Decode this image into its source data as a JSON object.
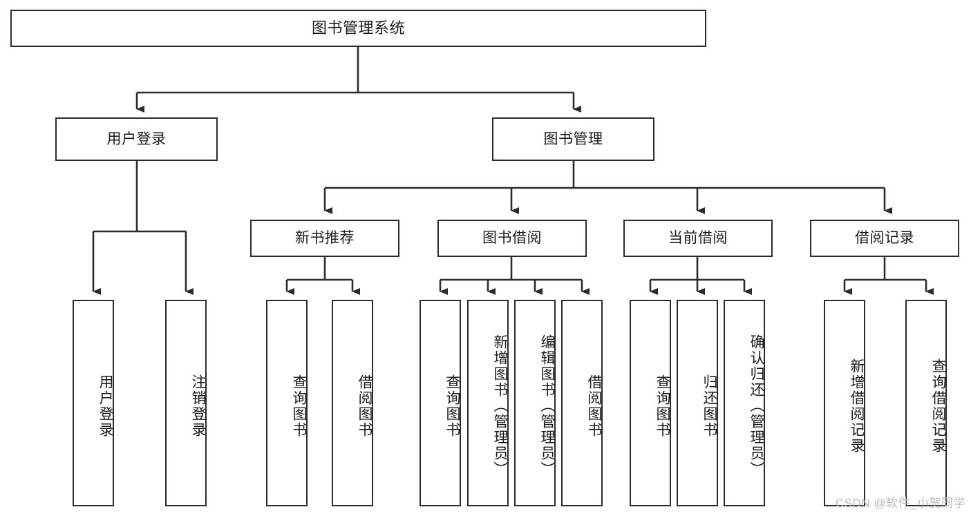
{
  "diagram": {
    "title": "图书管理系统",
    "watermark": "CSDN @软件_小贺同学",
    "stroke_color": "#2b2b2b",
    "background_color": "#ffffff",
    "nodes": {
      "root": {
        "label": "图书管理系统"
      },
      "user_login": {
        "label": "用户登录"
      },
      "book_manage": {
        "label": "图书管理"
      },
      "new_book_rec": {
        "label": "新书推荐"
      },
      "book_borrow": {
        "label": "图书借阅"
      },
      "current_borrow": {
        "label": "当前借阅"
      },
      "borrow_record": {
        "label": "借阅记录"
      },
      "leaf_user_login": {
        "label": "用户登录"
      },
      "leaf_logout": {
        "label": "注销登录"
      },
      "leaf_query_book_1": {
        "label": "查询图书"
      },
      "leaf_borrow_book_1": {
        "label": "借阅图书"
      },
      "leaf_query_book_2": {
        "label": "查询图书"
      },
      "leaf_add_book": {
        "label": "新增图书（管理员）"
      },
      "leaf_edit_book": {
        "label": "编辑图书（管理员）"
      },
      "leaf_borrow_book_2": {
        "label": "借阅图书"
      },
      "leaf_query_book_3": {
        "label": "查询图书"
      },
      "leaf_return_book": {
        "label": "归还图书"
      },
      "leaf_confirm_return": {
        "label": "确认归还（管理员）"
      },
      "leaf_add_record": {
        "label": "新增借阅记录"
      },
      "leaf_query_record": {
        "label": "查询借阅记录"
      }
    }
  }
}
